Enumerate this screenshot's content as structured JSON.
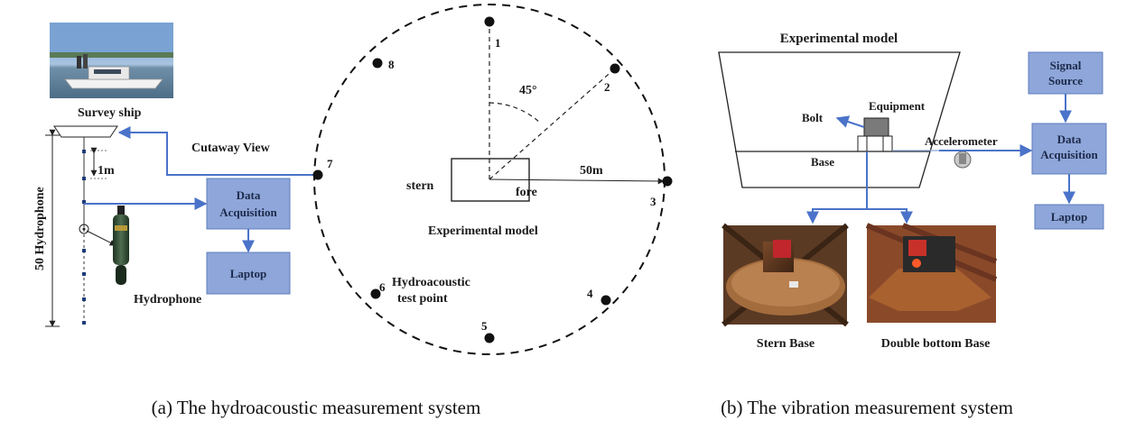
{
  "panel_a": {
    "survey_ship_label": "Survey ship",
    "cutaway_view_label": "Cutaway View",
    "spacing_label": "1m",
    "hydrophone_array_label": "50 Hydrophone",
    "hydrophone_label": "Hydrophone",
    "data_acquisition_label_line1": "Data",
    "data_acquisition_label_line2": "Acquisition",
    "laptop_label": "Laptop",
    "angle_label": "45°",
    "radius_label": "50m",
    "stern_label": "stern",
    "fore_label": "fore",
    "model_label": "Experimental model",
    "test_point_label_line1": "Hydroacoustic",
    "test_point_label_line2": "test point",
    "test_points": [
      "1",
      "2",
      "3",
      "4",
      "5",
      "6",
      "7",
      "8"
    ],
    "caption": "(a) The hydroacoustic measurement system"
  },
  "panel_b": {
    "title": "Experimental model",
    "equipment_label": "Equipment",
    "bolt_label": "Bolt",
    "base_label": "Base",
    "accelerometer_label": "Accelerometer",
    "signal_source_line1": "Signal",
    "signal_source_line2": "Source",
    "data_acquisition_line1": "Data",
    "data_acquisition_line2": "Acquisition",
    "laptop_label": "Laptop",
    "stern_base_label": "Stern Base",
    "double_bottom_base_label": "Double bottom Base",
    "caption": "(b) The vibration measurement system"
  },
  "colors": {
    "box_fill": "#8ea6d9",
    "arrow": "#4a73c9",
    "point": "#111111"
  }
}
